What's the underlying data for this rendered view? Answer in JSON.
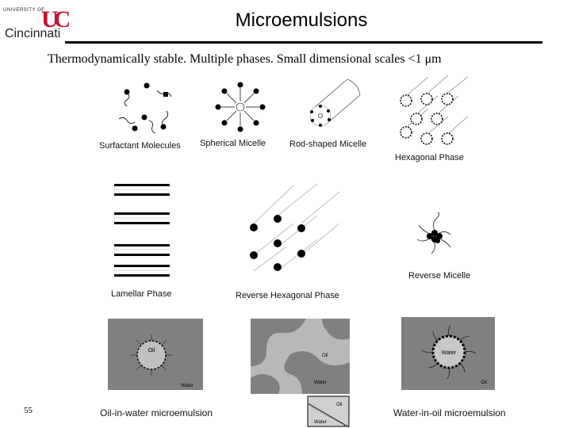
{
  "header": {
    "logo_small_text": "UNIVERSITY OF",
    "logo_mark": "UC",
    "logo_name": "Cincinnati",
    "title": "Microemulsions"
  },
  "subtitle": "Thermodynamically stable.   Multiple phases.   Small dimensional scales  <1 μm",
  "figure": {
    "labels": {
      "surfactant_molecules": "Surfactant Molecules",
      "spherical_micelle": "Spherical Micelle",
      "rod_shaped_micelle": "Rod-shaped Micelle",
      "hexagonal_phase": "Hexagonal Phase",
      "lamellar_phase": "Lamellar Phase",
      "reverse_hexagonal_phase": "Reverse Hexagonal Phase",
      "reverse_micelle": "Reverse Micelle",
      "oil_in_water": "Oil-in-water microemulsion",
      "water_in_oil": "Water-in-oil microemulsion"
    },
    "inset_words": {
      "oil": "Oil",
      "water": "Water"
    }
  },
  "footer": {
    "page_number": "55"
  }
}
